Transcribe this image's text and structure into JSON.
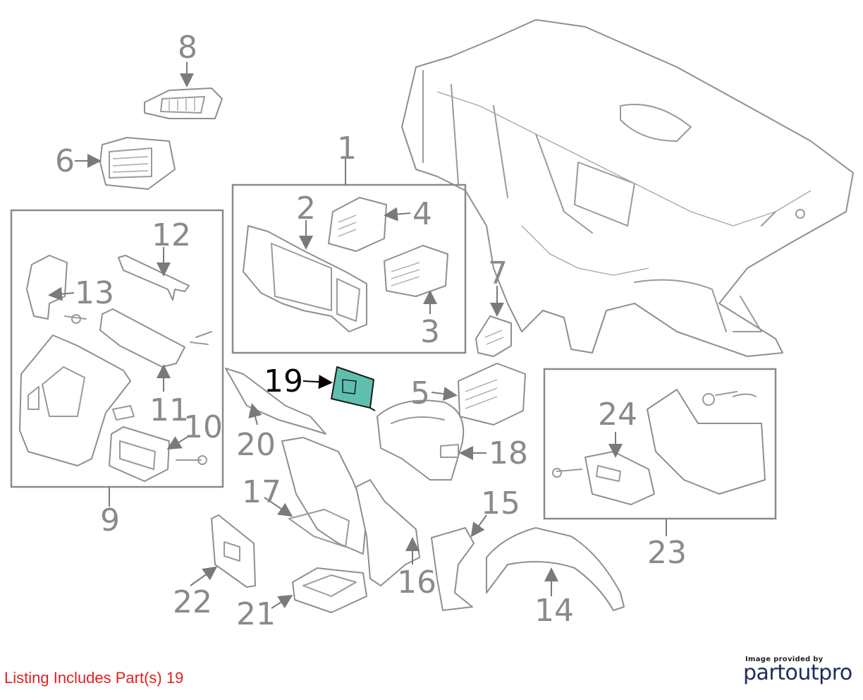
{
  "diagram": {
    "highlight_color": "#5fbfae",
    "callouts": [
      "1",
      "2",
      "3",
      "4",
      "5",
      "6",
      "7",
      "8",
      "9",
      "10",
      "11",
      "12",
      "13",
      "14",
      "15",
      "16",
      "17",
      "18",
      "19",
      "20",
      "21",
      "22",
      "23",
      "24"
    ],
    "highlighted_part": "19"
  },
  "footer": {
    "listing_text": "Listing Includes Part(s) 19",
    "listing_color": "#e02020",
    "provided_by": "Image provided by",
    "brand": "partoutpro"
  }
}
